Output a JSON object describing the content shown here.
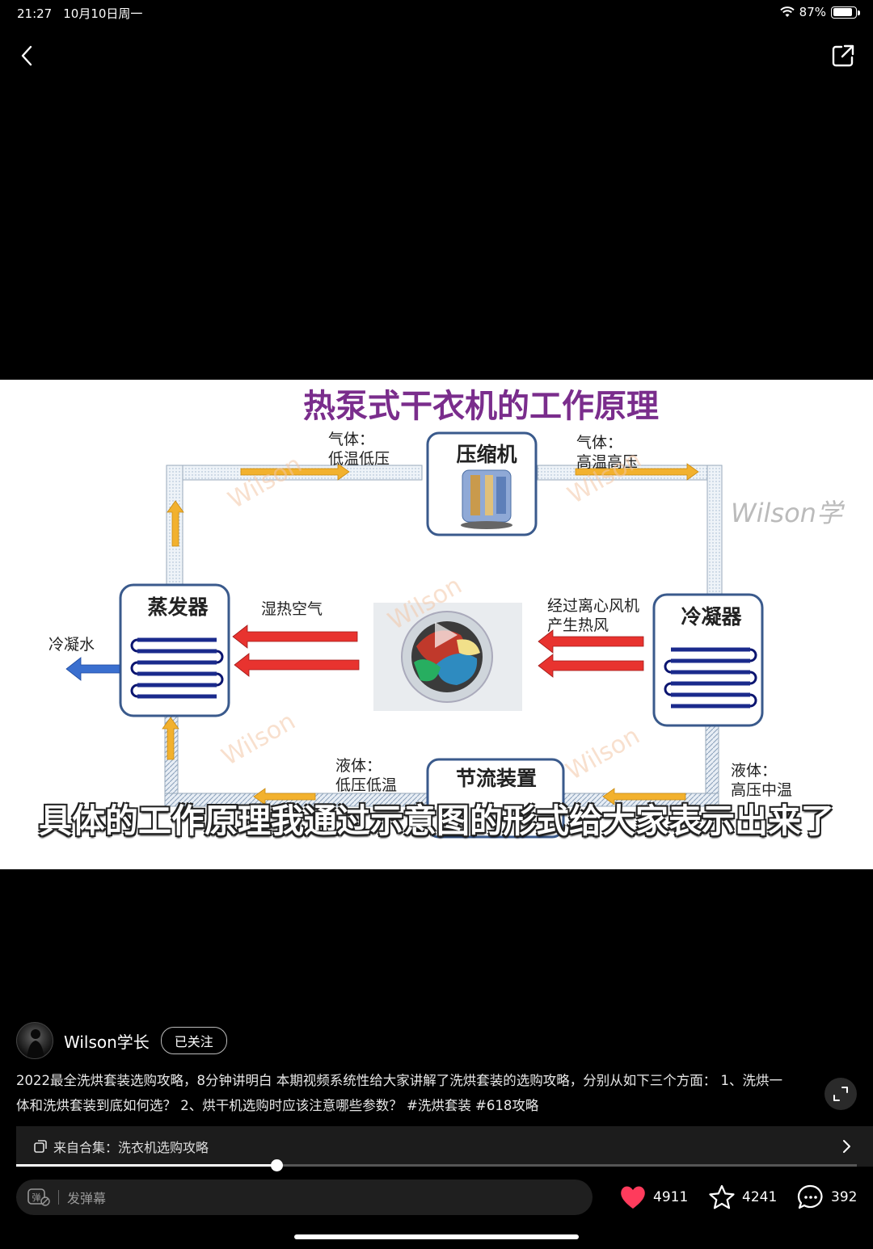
{
  "status_bar": {
    "time": "21:27",
    "date": "10月10日周一",
    "battery": "87%",
    "battery_level": 0.87
  },
  "video": {
    "diagram_title": "热泵式干衣机的工作原理",
    "compressor": "压缩机",
    "evaporator": "蒸发器",
    "condenser": "冷凝器",
    "throttle": "节流装置",
    "label_gas_low": [
      "气体：",
      "低温低压"
    ],
    "label_gas_high": [
      "气体：",
      "高温高压"
    ],
    "label_liquid_low": [
      "液体：",
      "低压低温"
    ],
    "label_liquid_high": [
      "液体：",
      "高压中温"
    ],
    "humid_air": "湿热空气",
    "hot_air": [
      "经过离心风机",
      "产生热风"
    ],
    "condensate": "冷凝水",
    "watermark": "Wilson",
    "watermark_side": "Wilson学",
    "subtitle": "具体的工作原理我通过示意图的形式给大家表示出来了"
  },
  "author": {
    "name": "Wilson学长",
    "follow_label": "已关注"
  },
  "description": "2022最全洗烘套装选购攻略，8分钟讲明白 本期视频系统性给大家讲解了洗烘套装的选购攻略，分别从如下三个方面： 1、洗烘一体和洗烘套装到底如何选？ 2、烘干机选购时应该注意哪些参数？ #洗烘套装 #618攻略",
  "collection": {
    "label": "来自合集：洗衣机选购攻略"
  },
  "progress": {
    "fraction": 0.31
  },
  "comment_input": {
    "icon_text": "弹",
    "placeholder": "发弹幕"
  },
  "actions": {
    "likes": "4911",
    "favorites": "4241",
    "comments": "392"
  },
  "colors": {
    "title_purple": "#7a2d8c",
    "arrow_red": "#e8332f",
    "arrow_orange": "#f2b12e",
    "arrow_blue": "#3a6fcf",
    "like_red": "#ff3b5c"
  }
}
